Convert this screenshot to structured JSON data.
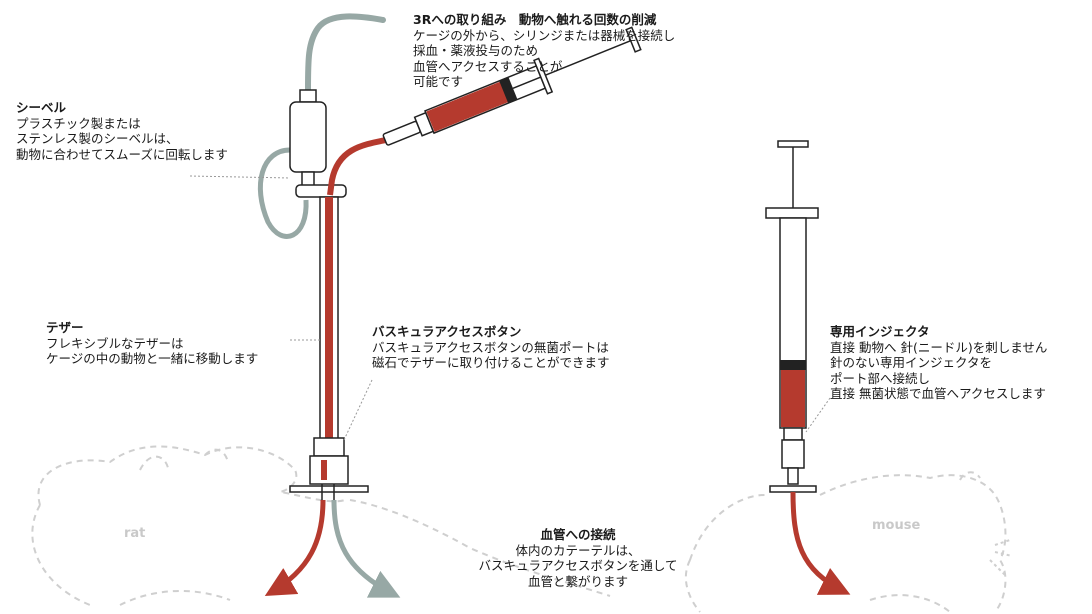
{
  "labels": {
    "reduction": {
      "title": "3Rへの取り組み　動物へ触れる回数の削減",
      "lines": [
        "ケージの外から、シリンジまたは器械を接続し",
        "採血・薬液投与のため",
        "血管へアクセスすることが",
        "可能です"
      ]
    },
    "swivel": {
      "title": "シーベル",
      "lines": [
        "プラスチック製または",
        "ステンレス製のシーベルは、",
        "動物に合わせてスムーズに回転します"
      ]
    },
    "tether": {
      "title": "テザー",
      "lines": [
        "フレキシブルなテザーは",
        "ケージの中の動物と一緒に移動します"
      ]
    },
    "vab": {
      "title": "バスキュラアクセスボタン",
      "lines": [
        "バスキュラアクセスボタンの無菌ポートは",
        "磁石でテザーに取り付けることができます"
      ]
    },
    "injector": {
      "title": "専用インジェクタ",
      "lines": [
        "直接 動物へ 針(ニードル)を刺しません",
        "針のない専用インジェクタを",
        "ポート部へ接続し",
        "直接 無菌状態で血管へアクセスします"
      ]
    },
    "vessel": {
      "title": "血管への接続",
      "lines": [
        "体内のカテーテルは、",
        "バスキュラアクセスボタンを通して",
        "血管と繋がります"
      ]
    }
  },
  "animals": {
    "rat": "rat",
    "mouse": "mouse"
  },
  "colors": {
    "blood": "#b53a2e",
    "tube": "#97a8a5",
    "line": "#222222",
    "outline": "#cfcfcf"
  }
}
